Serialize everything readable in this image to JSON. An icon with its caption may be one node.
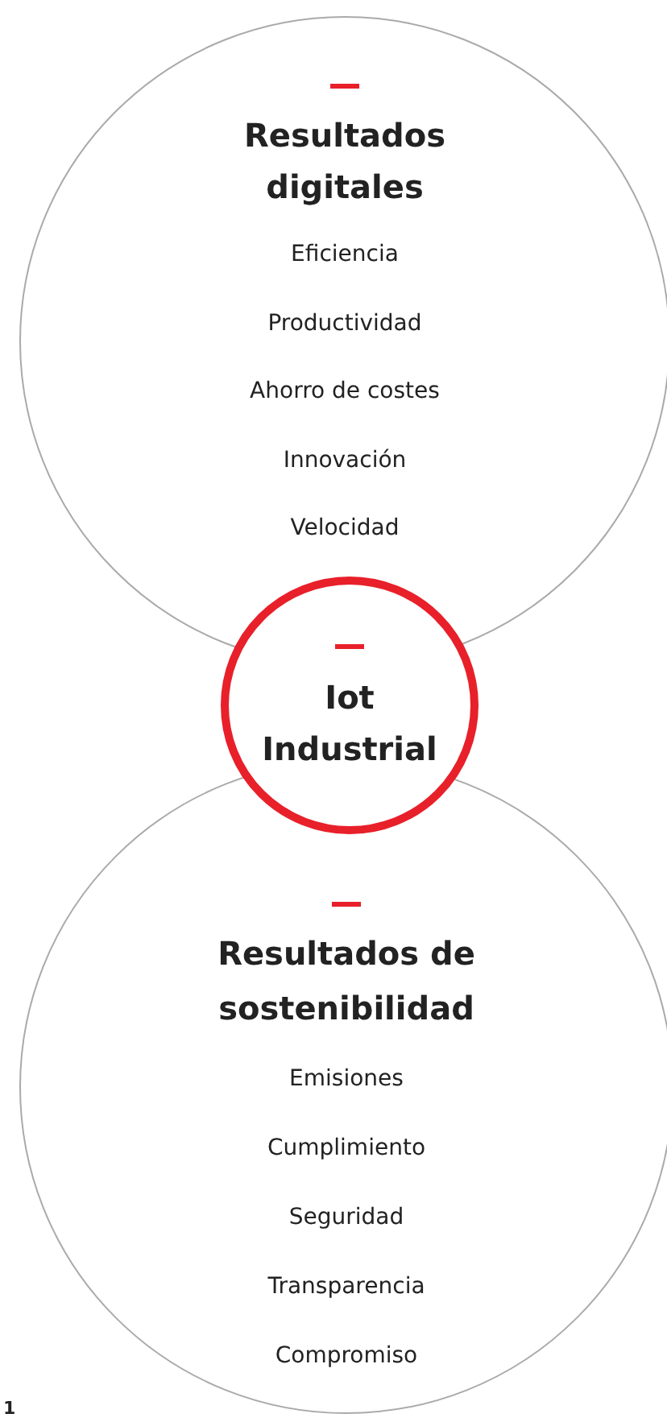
{
  "diagram": {
    "nodes": [
      {
        "text": [
          "Resultados digitales",
          "Eficiencia",
          "Productividad",
          "Ahorro de costes",
          "Innovación",
          "Velocidad"
        ]
      },
      {
        "text": [
          "Iot Industrial"
        ]
      },
      {
        "text": [
          "Resultados de sostenibilidad",
          "Emisiones",
          "Cumplimiento",
          "Seguridad",
          "Transparencia",
          "Compromiso"
        ]
      }
    ],
    "edges": [],
    "labels": [
      "1"
    ]
  }
}
